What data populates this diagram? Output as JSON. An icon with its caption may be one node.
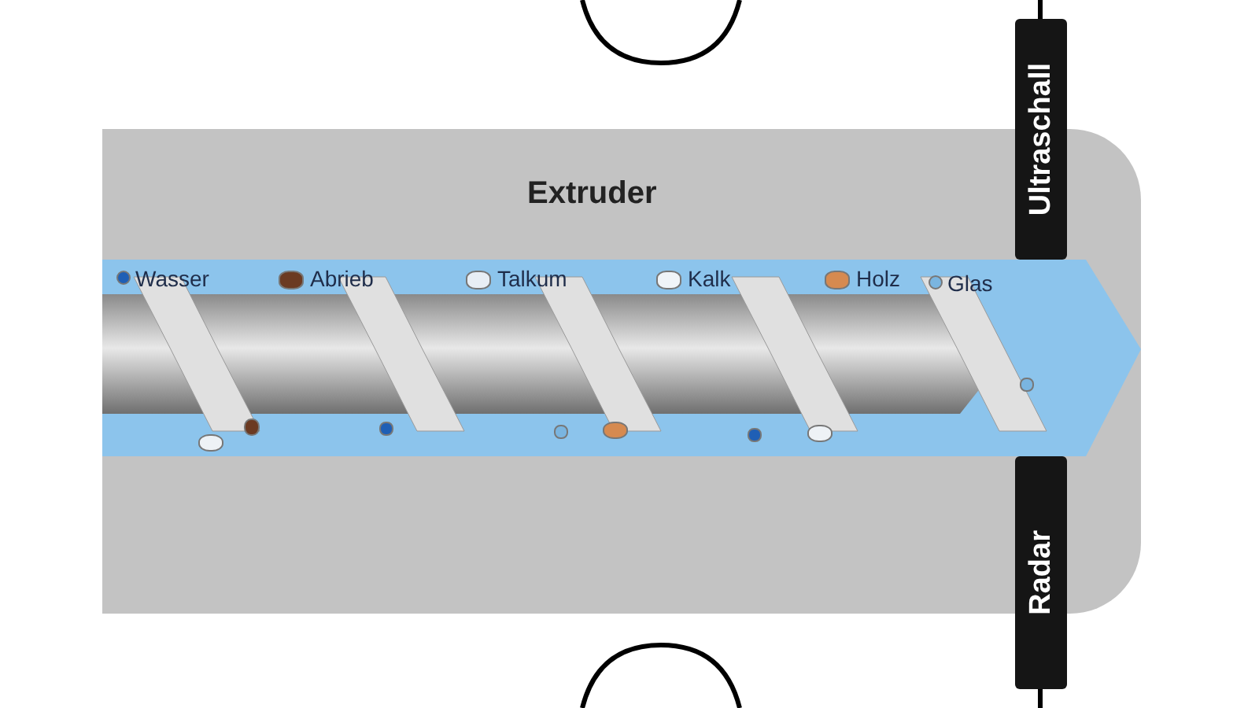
{
  "diagram": {
    "nodes": [
      {
        "text": [
          "Extruder"
        ]
      },
      {
        "text": [
          "Ultraschall"
        ]
      },
      {
        "text": [
          "Radar"
        ]
      }
    ],
    "labels": [
      "Wasser",
      "Abrieb",
      "Talkum",
      "Kalk",
      "Holz",
      "Glas"
    ]
  }
}
